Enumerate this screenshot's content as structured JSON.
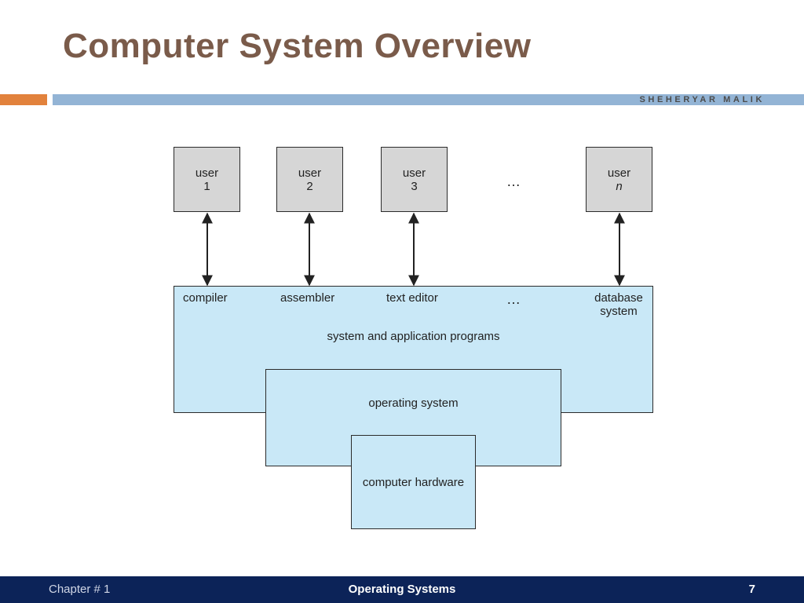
{
  "slide": {
    "title": "Computer System Overview",
    "author": "SHEHERYAR MALIK"
  },
  "diagram": {
    "users": [
      {
        "line1": "user",
        "line2": "1"
      },
      {
        "line1": "user",
        "line2": "2"
      },
      {
        "line1": "user",
        "line2": "3"
      },
      {
        "line1": "user",
        "line2": "n"
      }
    ],
    "ellipsis": "…",
    "programs": [
      "compiler",
      "assembler",
      "text editor",
      "database system"
    ],
    "layers": {
      "apps": "system and application programs",
      "os": "operating system",
      "hardware": "computer hardware"
    }
  },
  "footer": {
    "chapter": "Chapter # 1",
    "course": "Operating Systems",
    "page": "7"
  },
  "colors": {
    "title": "#7a5b4a",
    "accent_orange": "#e2823c",
    "accent_blue": "#93b4d5",
    "user_box": "#d6d6d6",
    "layer_box": "#c9e8f7",
    "footer_bg": "#0c2358"
  }
}
